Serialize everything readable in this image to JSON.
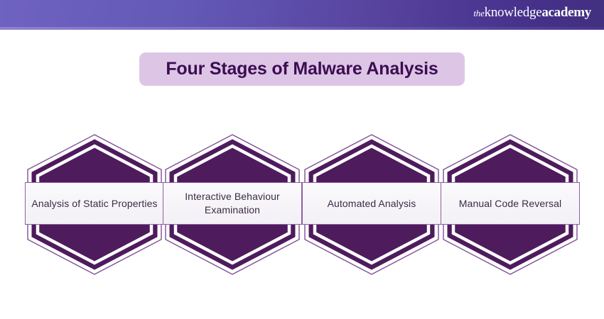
{
  "header": {
    "logo": {
      "prefix": "the",
      "word_one": "knowledge",
      "word_two": "academy"
    },
    "gradient_start": "#6f62c0",
    "gradient_end": "#42307f"
  },
  "title": {
    "text": "Four Stages of Malware Analysis",
    "background": "#ddc6e5",
    "color": "#3c0d53"
  },
  "stages": {
    "hex_fill": "#4e1b5d",
    "hex_ring": "#ffffff",
    "hex_outline": "#7e4f95",
    "label_background": "#f7f5f9",
    "label_border": "#8f5fa3",
    "label_color": "#3a2b48",
    "items": [
      {
        "label": "Analysis of Static Properties"
      },
      {
        "label": "Interactive Behaviour Examination"
      },
      {
        "label": "Automated Analysis"
      },
      {
        "label": "Manual Code Reversal"
      }
    ]
  }
}
